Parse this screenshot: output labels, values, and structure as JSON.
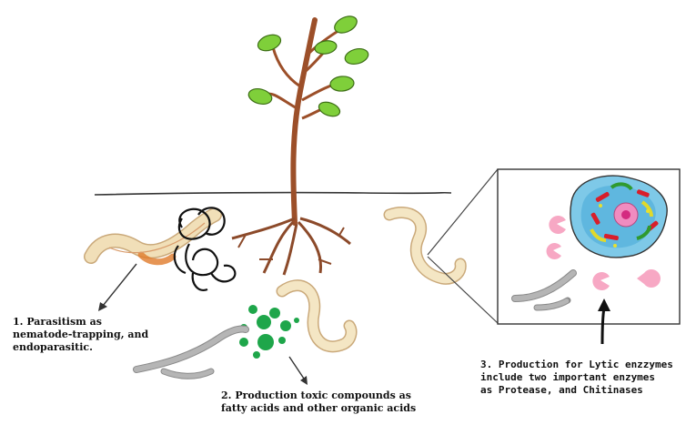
{
  "annotations": [
    {
      "id": "parasitism",
      "lines": [
        "1. Parasitism as",
        "nematode-trapping, and",
        "endoparasitic."
      ]
    },
    {
      "id": "toxic-compounds",
      "lines": [
        "2. Production toxic compounds as",
        "fatty acids and other organic acids"
      ]
    },
    {
      "id": "lytic-enzymes",
      "lines": [
        "3. Production for Lytic enzzymes",
        "include two important enzymes",
        "as Protease, and Chitinases"
      ]
    }
  ],
  "colors": {
    "leaf": "#7fcf3a",
    "stem": "#a0522d",
    "nematode": "#f3e4bf",
    "toxin": "#1ea64a",
    "hyphae": "#a8a8a8",
    "enzyme": "#f7a8c4",
    "cell_outer": "#7ec9e8",
    "cell_inner": "#5fb7df",
    "nucleus": "#f08cc0"
  },
  "icons": [
    "plant",
    "nematode",
    "fungal-hyphae",
    "toxin-droplets",
    "enzyme-pacman",
    "fungal-cell",
    "magnifier-box"
  ]
}
